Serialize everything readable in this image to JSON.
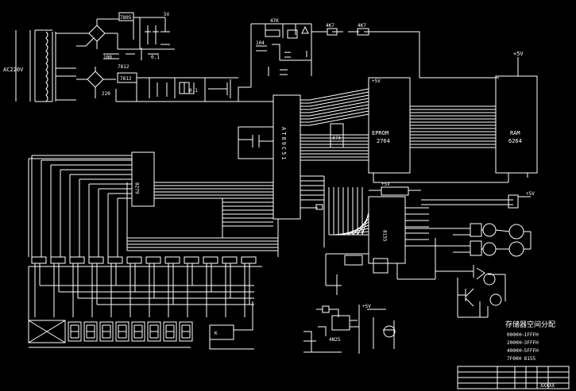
{
  "transformer": {
    "label": "AC220V"
  },
  "power_supply": {
    "reg_top": "7805",
    "reg_bottom": "7812",
    "cap_values": [
      "100",
      "0.1",
      "220",
      "0.1"
    ],
    "out_label": "5V"
  },
  "filter": {
    "res_label": "47K",
    "cap_label": "104",
    "rc_labels": [
      "4K7",
      "4K7"
    ]
  },
  "mcu": {
    "label": "AT89C51"
  },
  "eprom": {
    "label": "EPROM",
    "part": "2764"
  },
  "ram": {
    "label": "RAM",
    "part": "6264",
    "vcc": "+5V"
  },
  "latch": {
    "part": "373"
  },
  "decoder": {
    "label": "8279"
  },
  "driver": {
    "label": "8155"
  },
  "vcc_labels": [
    "+5V",
    "+5V",
    "+5V",
    "+5V"
  ],
  "driver_bank_count": 12,
  "digit_count": 9,
  "relay_label": "K",
  "chip_label": "4N25",
  "title_block": {
    "heading": "存储器空间分配",
    "lines": [
      "0000H~1FFFH",
      "2000H~3FFFH",
      "4000H~5FFFH",
      "7F00H 8155"
    ],
    "stamp": "XXXXX"
  }
}
